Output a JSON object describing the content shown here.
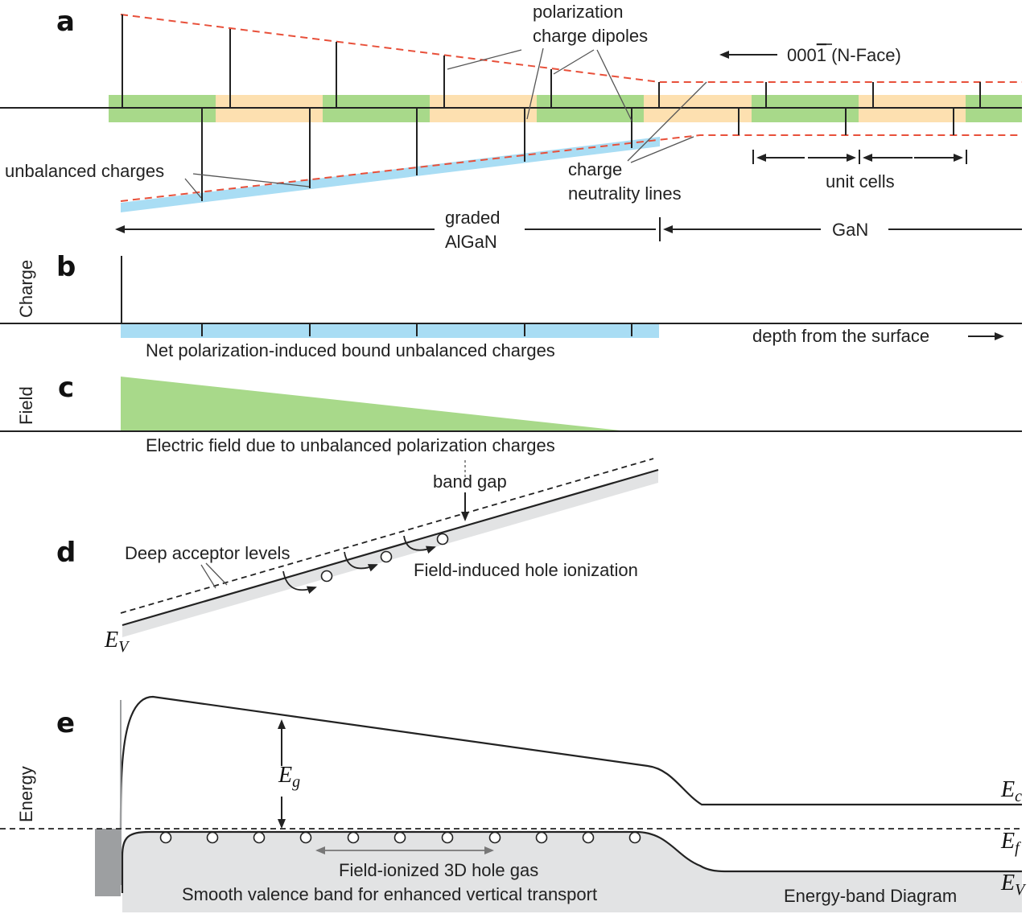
{
  "colors": {
    "green": "#a8d98a",
    "orange": "#fde0b0",
    "blue": "#a9ddf4",
    "red_dash": "#e8503a",
    "gray": "#e2e3e4",
    "dark_gray": "#9d9fa1",
    "line": "#222222"
  },
  "icons": {
    "hole": "open-circle",
    "arrow": "arrow-head"
  },
  "panels": {
    "a": {
      "letter": "a",
      "label_pol_1": "polarization",
      "label_pol_2": "charge dipoles",
      "direction_prefix": "000",
      "direction_overline": "1",
      "direction_suffix": " (N-Face)",
      "label_unbalanced": "unbalanced charges",
      "label_neutral_1": "charge",
      "label_neutral_2": "neutrality lines",
      "label_unit_cells": "unit cells",
      "label_graded_1": "graded",
      "label_graded_2": "AlGaN",
      "label_gan": "GaN"
    },
    "b": {
      "letter": "b",
      "ylabel": "Charge",
      "caption": "Net polarization-induced bound unbalanced charges",
      "depth_label": "depth from the surface"
    },
    "c": {
      "letter": "c",
      "ylabel": "Field",
      "caption": "Electric field due to unbalanced polarization charges"
    },
    "d": {
      "letter": "d",
      "label_band_gap": "band gap",
      "label_deep": "Deep acceptor levels",
      "label_ionization": "Field-induced hole ionization",
      "ev_base": "E",
      "ev_sub": "V"
    },
    "e": {
      "letter": "e",
      "ylabel": "Energy",
      "eg_base": "E",
      "eg_sub": "g",
      "ec_base": "E",
      "ec_sub": "c",
      "ef_base": "E",
      "ef_sub": "f",
      "ev_base": "E",
      "ev_sub": "V",
      "label_hole_gas": "Field-ionized 3D hole gas",
      "label_smooth": "Smooth valence band for enhanced vertical transport",
      "label_diagram": "Energy-band Diagram"
    }
  }
}
